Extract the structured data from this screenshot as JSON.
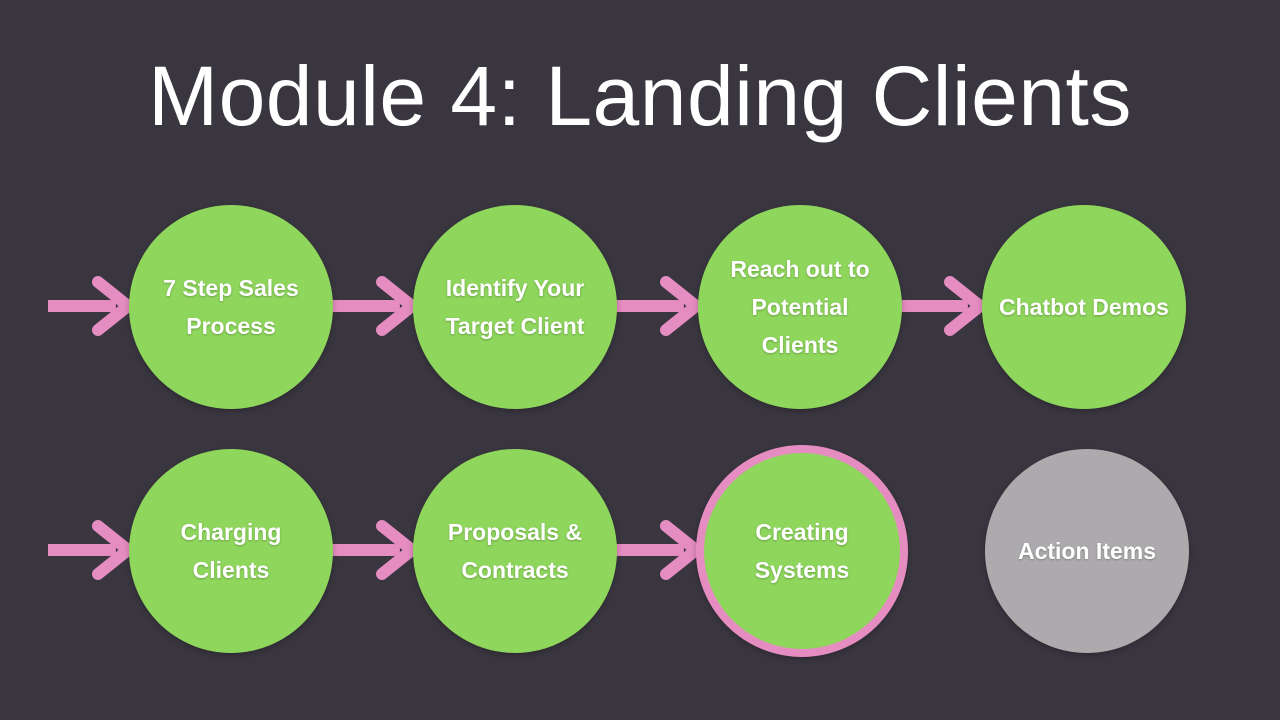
{
  "title": "Module 4: Landing Clients",
  "colors": {
    "background": "#3a3640",
    "node_fill": "#8fd65d",
    "node_upcoming_fill": "#adaaae",
    "arrow": "#e58cc0",
    "current_border": "#e58cc0",
    "text": "#ffffff"
  },
  "steps": [
    {
      "label": "7 Step Sales Process",
      "state": "done"
    },
    {
      "label": "Identify Your Target Client",
      "state": "done"
    },
    {
      "label": "Reach out to Potential Clients",
      "state": "done"
    },
    {
      "label": "Chatbot Demos",
      "state": "done"
    },
    {
      "label": "Charging Clients",
      "state": "done"
    },
    {
      "label": "Proposals & Contracts",
      "state": "done"
    },
    {
      "label": "Creating Systems",
      "state": "current"
    },
    {
      "label": "Action Items",
      "state": "upcoming"
    }
  ]
}
